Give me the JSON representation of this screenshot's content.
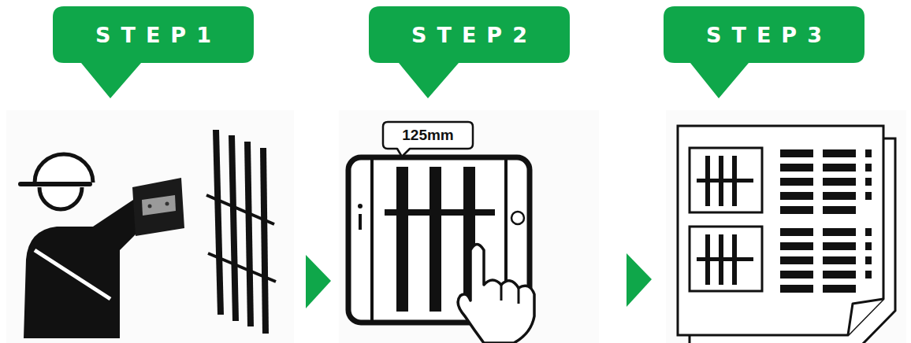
{
  "diagram": {
    "nodes": [
      {
        "text": [
          "STEP1"
        ]
      },
      {
        "text": [
          "STEP2"
        ]
      },
      {
        "text": [
          "STEP3"
        ]
      },
      {
        "text": [
          "125mm"
        ]
      }
    ]
  }
}
